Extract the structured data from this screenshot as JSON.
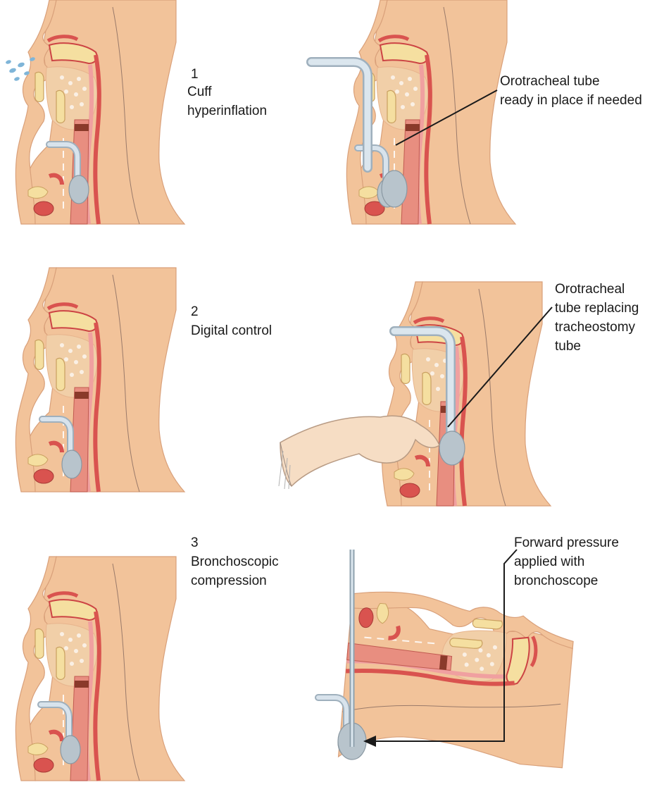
{
  "colors": {
    "skin": "#f2c39a",
    "skin_shadow": "#e8a97c",
    "mucosa_red": "#d9534f",
    "mucosa_pink": "#f0a0a0",
    "bone_yellow": "#f5dfa0",
    "tube_blue": "#c9d6e0",
    "line": "#1a1a1a"
  },
  "steps": [
    {
      "number": "1",
      "title_lines": [
        "Cuff",
        "hyperinflation"
      ]
    },
    {
      "number": "2",
      "title_lines": [
        "Digital control"
      ]
    },
    {
      "number": "3",
      "title_lines": [
        "Bronchoscopic",
        "compression"
      ]
    }
  ],
  "callouts": [
    {
      "lines": [
        "Orotracheal tube",
        "ready in place if needed"
      ]
    },
    {
      "lines": [
        "Orotracheal",
        "tube replacing",
        "tracheostomy",
        "tube"
      ]
    },
    {
      "lines": [
        "Forward pressure",
        "applied with",
        "bronchoscope"
      ]
    }
  ],
  "icons": {
    "head_profile": "head-profile-icon",
    "hand": "hand-icon",
    "bronchoscope": "bronchoscope-icon",
    "tracheostomy_tube": "tracheostomy-tube-icon",
    "orotracheal_tube": "orotracheal-tube-icon",
    "arrow": "arrow-icon"
  }
}
